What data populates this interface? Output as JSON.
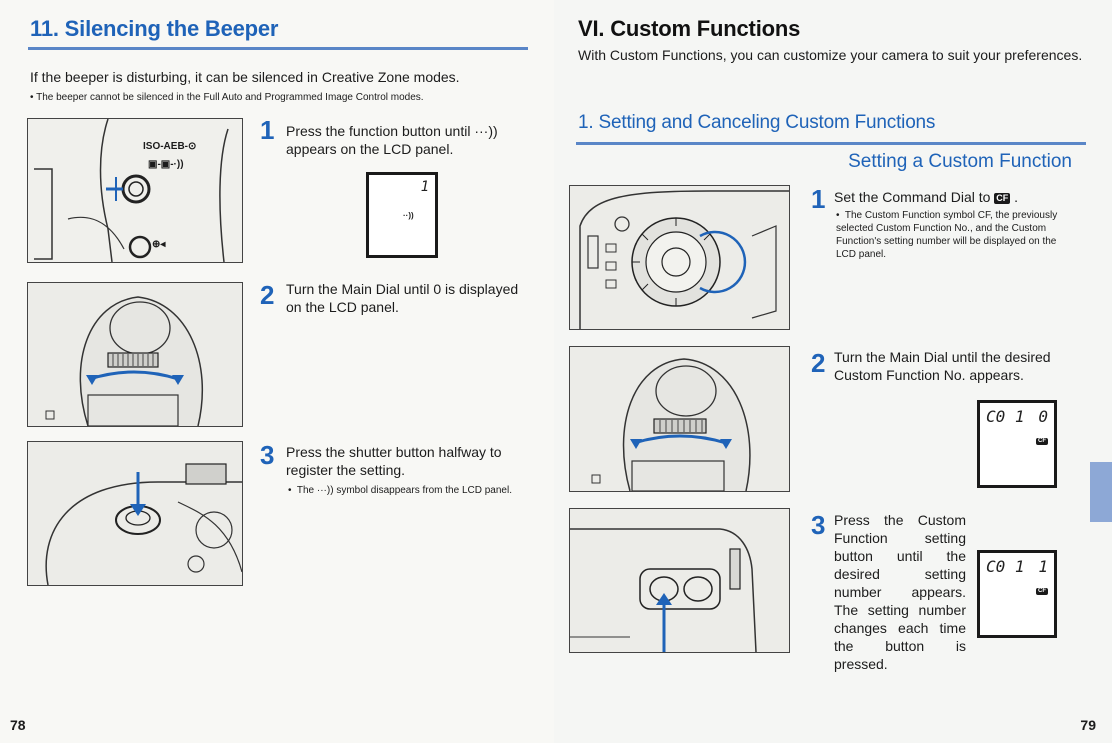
{
  "left": {
    "title": "11. Silencing the Beeper",
    "intro": "If the beeper is disturbing, it can be silenced in Creative Zone modes.",
    "note": "The beeper cannot be silenced in the Full Auto and Programmed Image Control modes.",
    "photo1_label": "ISO-AEB-",
    "steps": [
      {
        "num": "1",
        "text": "Press the function button until ···)) appears on the LCD panel."
      },
      {
        "num": "2",
        "text": "Turn the Main Dial until 0 is displayed on the LCD panel."
      },
      {
        "num": "3",
        "text": "Press the shutter button halfway to register the setting.",
        "note": "The ···)) symbol disappears from the LCD panel."
      }
    ],
    "lcd1": {
      "digit": "1",
      "symbol": "··))"
    },
    "page_number": "78"
  },
  "right": {
    "title": "VI. Custom Functions",
    "intro": "With Custom Functions, you can customize your camera to suit your preferences.",
    "section": "1. Setting and Canceling Custom Functions",
    "subsection": "Setting a Custom Function",
    "cf_symbol": "CF",
    "steps": [
      {
        "num": "1",
        "text": "Set the Command Dial to",
        "note": "The Custom Function symbol CF, the previously selected Custom Function No., and the Custom Function's setting number will be displayed on the LCD panel."
      },
      {
        "num": "2",
        "text": "Turn the Main Dial until the desired Custom Function No. appears."
      },
      {
        "num": "3",
        "text": "Press the Custom Function setting button until the desired setting number appears. The setting number changes each time the button is pressed."
      }
    ],
    "lcd2": {
      "left": "C0 1",
      "right": "0"
    },
    "lcd3": {
      "left": "C0 1",
      "right": "1"
    },
    "page_number": "79"
  },
  "colors": {
    "accent": "#1f63b8",
    "rule": "#5a86c7",
    "tab": "#8da8d6"
  }
}
